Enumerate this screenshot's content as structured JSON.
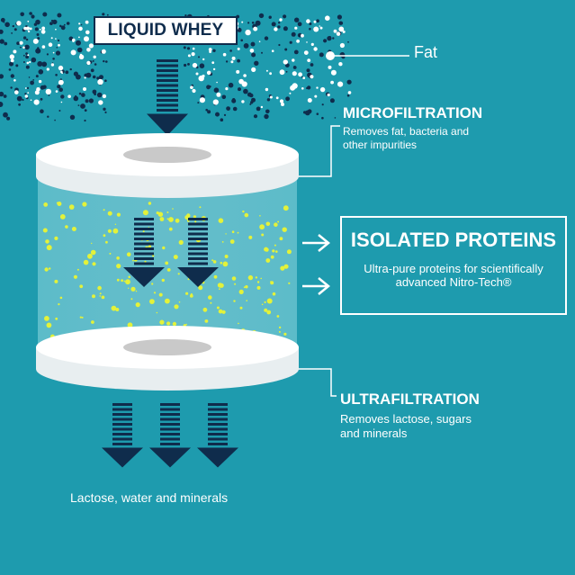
{
  "title": "LIQUID WHEY",
  "labels": {
    "fat": "Fat",
    "microfiltration_title": "MICROFILTRATION",
    "microfiltration_desc": "Removes fat, bacteria and other impurities",
    "isolated_title": "ISOLATED PROTEINS",
    "isolated_desc": "Ultra-pure proteins for scientifically advanced Nitro-Tech®",
    "ultrafiltration_title": "ULTRAFILTRATION",
    "ultrafiltration_desc": "Removes lactose, sugars and minerals",
    "output": "Lactose, water and minerals"
  },
  "colors": {
    "background": "#1e9bae",
    "arrow": "#0f2c4c",
    "disc": "#ffffff",
    "disc_hole": "#c9c9c9",
    "protein_particles": "#e3f23a",
    "fat_particles": "#ffffff",
    "text": "#ffffff"
  }
}
